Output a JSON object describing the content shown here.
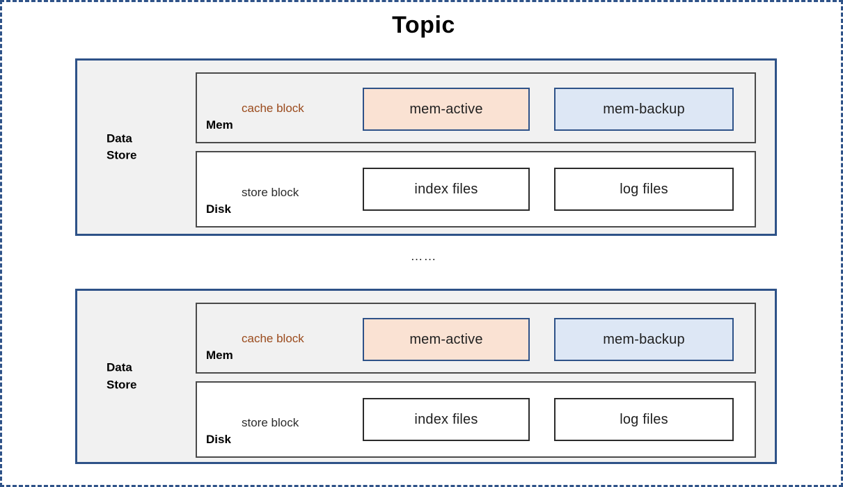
{
  "title": "Topic",
  "separator": "……",
  "colors": {
    "frame_border": "#2e5288",
    "card_border": "#2e5288",
    "card_fill": "#f1f1f1",
    "tier_border": "#4a4a4a",
    "mem_active_fill": "#fae2d3",
    "mem_backup_fill": "#dde7f5",
    "cache_block_text": "#9a4a1c",
    "store_block_text": "#2b2b2b"
  },
  "datastores": [
    {
      "label": "Data\nStore",
      "tiers": [
        {
          "name": "Mem",
          "kind": "cache block",
          "units": [
            {
              "label": "mem-active"
            },
            {
              "label": "mem-backup"
            }
          ]
        },
        {
          "name": "Disk",
          "kind": "store block",
          "units": [
            {
              "label": "index files"
            },
            {
              "label": "log files"
            }
          ]
        }
      ]
    },
    {
      "label": "Data\nStore",
      "tiers": [
        {
          "name": "Mem",
          "kind": "cache block",
          "units": [
            {
              "label": "mem-active"
            },
            {
              "label": "mem-backup"
            }
          ]
        },
        {
          "name": "Disk",
          "kind": "store block",
          "units": [
            {
              "label": "index files"
            },
            {
              "label": "log files"
            }
          ]
        }
      ]
    }
  ]
}
